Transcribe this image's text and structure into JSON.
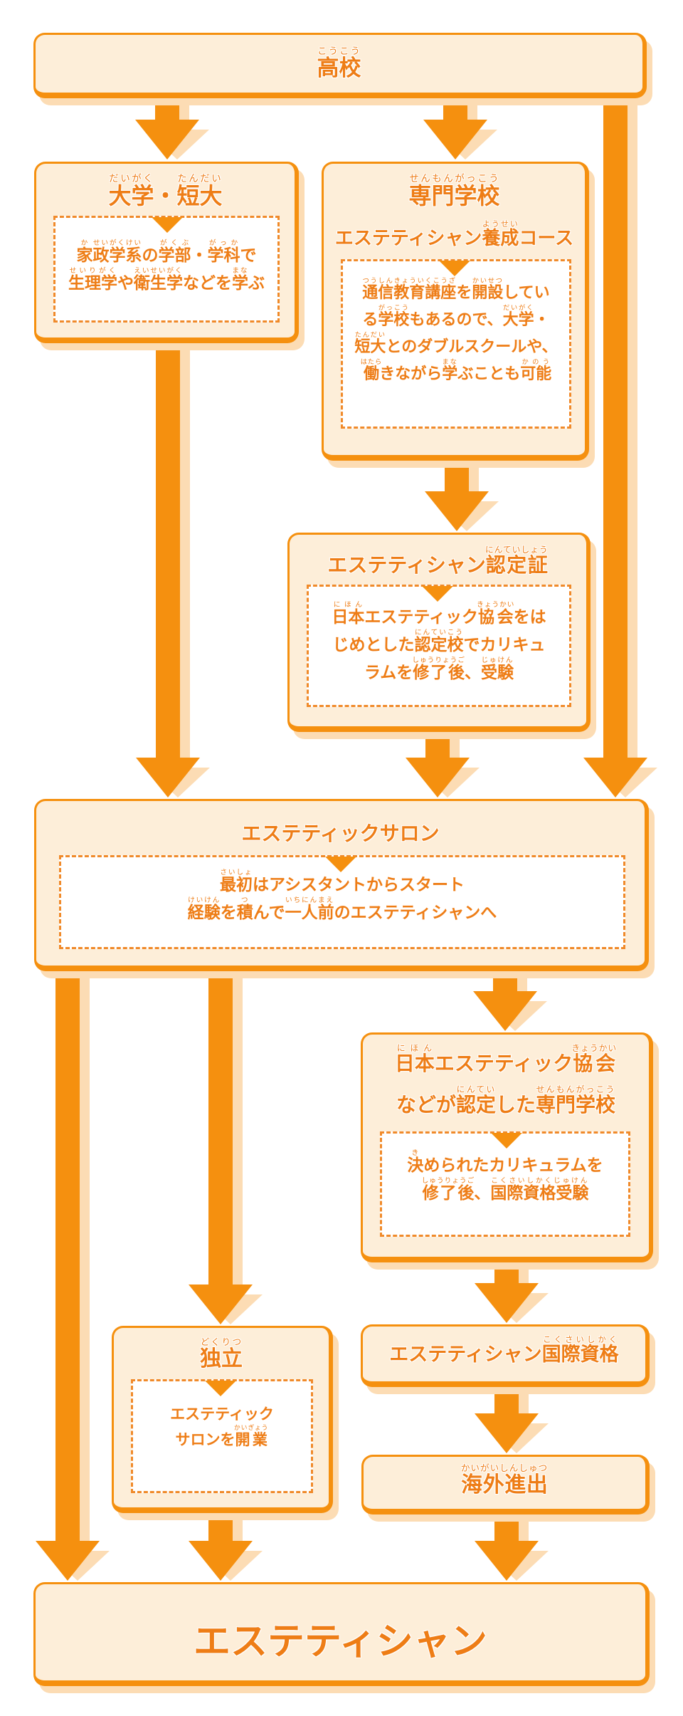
{
  "colors": {
    "accent": "#f5900f",
    "text": "#ee7d16",
    "box_fill": "#fdeed9",
    "shadow": "#fcdcb4",
    "inner_fill": "#ffffff"
  },
  "nodes": {
    "high_school": {
      "title": [
        {
          "t": "高校",
          "r": "こうこう"
        }
      ]
    },
    "university": {
      "title": [
        {
          "t": "大学",
          "r": "だいがく"
        },
        {
          "t": "・"
        },
        {
          "t": "短大",
          "r": "たんだい"
        }
      ],
      "body": [
        [
          {
            "t": "家",
            "r": "か"
          },
          {
            "t": "政学系",
            "r": "せいがくけい"
          },
          {
            "t": "の"
          },
          {
            "t": "学部",
            "r": "がくぶ"
          },
          {
            "t": "・"
          },
          {
            "t": "学科",
            "r": "がっか"
          },
          {
            "t": "で"
          }
        ],
        [
          {
            "t": "生理学",
            "r": "せいりがく"
          },
          {
            "t": "や"
          },
          {
            "t": "衛生学",
            "r": "えいせいがく"
          },
          {
            "t": "などを"
          },
          {
            "t": "学",
            "r": "まな"
          },
          {
            "t": "ぶ"
          }
        ]
      ]
    },
    "vocational": {
      "title": [
        {
          "t": "専門学校",
          "r": "せんもんがっこう"
        }
      ],
      "subtitle": [
        {
          "t": "エステティシャン"
        },
        {
          "t": "養成",
          "r": "ようせい"
        },
        {
          "t": "コース"
        }
      ],
      "body": [
        [
          {
            "t": "通信教育講座",
            "r": "つうしんきょういくこうざ"
          },
          {
            "t": "を"
          },
          {
            "t": "開設",
            "r": "かいせつ"
          },
          {
            "t": "してい"
          }
        ],
        [
          {
            "t": "る"
          },
          {
            "t": "学校",
            "r": "がっこう"
          },
          {
            "t": "もあるので、"
          },
          {
            "t": "大学",
            "r": "だいがく"
          },
          {
            "t": "・"
          }
        ],
        [
          {
            "t": "短大",
            "r": "たんだい"
          },
          {
            "t": "とのダブルスクールや、"
          }
        ],
        [
          {
            "t": "働",
            "r": "はたら"
          },
          {
            "t": "きながら"
          },
          {
            "t": "学",
            "r": "まな"
          },
          {
            "t": "ぶことも"
          },
          {
            "t": "可能",
            "r": "かのう"
          }
        ]
      ]
    },
    "certificate": {
      "title": [
        {
          "t": "エステティシャン"
        },
        {
          "t": "認定証",
          "r": "にんていしょう"
        }
      ],
      "body": [
        [
          {
            "t": "日本",
            "r": "にほん"
          },
          {
            "t": "エステティック"
          },
          {
            "t": "協会",
            "r": "きょうかい"
          },
          {
            "t": "をは"
          }
        ],
        [
          {
            "t": "じめとした"
          },
          {
            "t": "認定校",
            "r": "にんていこう"
          },
          {
            "t": "でカリキュ"
          }
        ],
        [
          {
            "t": "ラムを"
          },
          {
            "t": "修了後",
            "r": "しゅうりょうご"
          },
          {
            "t": "、"
          },
          {
            "t": "受験",
            "r": "じゅけん"
          }
        ]
      ]
    },
    "salon": {
      "title": [
        {
          "t": "エステティックサロン"
        }
      ],
      "body": [
        [
          {
            "t": "最初",
            "r": "さいしょ"
          },
          {
            "t": "はアシスタントからスタート"
          }
        ],
        [
          {
            "t": "経験",
            "r": "けいけん"
          },
          {
            "t": "を"
          },
          {
            "t": "積",
            "r": "つ"
          },
          {
            "t": "んで"
          },
          {
            "t": "一人前",
            "r": "いちにんまえ"
          },
          {
            "t": "のエステティシャンへ"
          }
        ]
      ]
    },
    "association_school": {
      "title": [
        {
          "t": "日本",
          "r": "にほん"
        },
        {
          "t": "エステティック"
        },
        {
          "t": "協会",
          "r": "きょうかい"
        }
      ],
      "subtitle": [
        {
          "t": "などが"
        },
        {
          "t": "認定",
          "r": "にんてい"
        },
        {
          "t": "した"
        },
        {
          "t": "専門学校",
          "r": "せんもんがっこう"
        }
      ],
      "body": [
        [
          {
            "t": "決",
            "r": "き"
          },
          {
            "t": "められたカリキュラムを"
          }
        ],
        [
          {
            "t": "修了後",
            "r": "しゅうりょうご"
          },
          {
            "t": "、"
          },
          {
            "t": "国際資格受験",
            "r": "こくさいしかくじゅけん"
          }
        ]
      ]
    },
    "independent": {
      "title": [
        {
          "t": "独立",
          "r": "どくりつ"
        }
      ],
      "body": [
        [
          {
            "t": "エステティック"
          }
        ],
        [
          {
            "t": "サロンを"
          },
          {
            "t": "開業",
            "r": "かいぎょう"
          }
        ]
      ]
    },
    "intl_license": {
      "title": [
        {
          "t": "エステティシャン"
        },
        {
          "t": "国際資格",
          "r": "こくさいしかく"
        }
      ]
    },
    "overseas": {
      "title": [
        {
          "t": "海外進出",
          "r": "かいがいしんしゅつ"
        }
      ]
    },
    "esthetician": {
      "title": [
        {
          "t": "エステティシャン"
        }
      ]
    }
  },
  "edges": [
    {
      "from": "high_school",
      "to": "university"
    },
    {
      "from": "high_school",
      "to": "vocational"
    },
    {
      "from": "high_school",
      "to": "salon"
    },
    {
      "from": "vocational",
      "to": "certificate"
    },
    {
      "from": "university",
      "to": "salon"
    },
    {
      "from": "certificate",
      "to": "salon"
    },
    {
      "from": "salon",
      "to": "association_school"
    },
    {
      "from": "salon",
      "to": "independent"
    },
    {
      "from": "salon",
      "to": "esthetician"
    },
    {
      "from": "association_school",
      "to": "intl_license"
    },
    {
      "from": "intl_license",
      "to": "overseas"
    },
    {
      "from": "independent",
      "to": "esthetician"
    },
    {
      "from": "overseas",
      "to": "esthetician"
    }
  ]
}
